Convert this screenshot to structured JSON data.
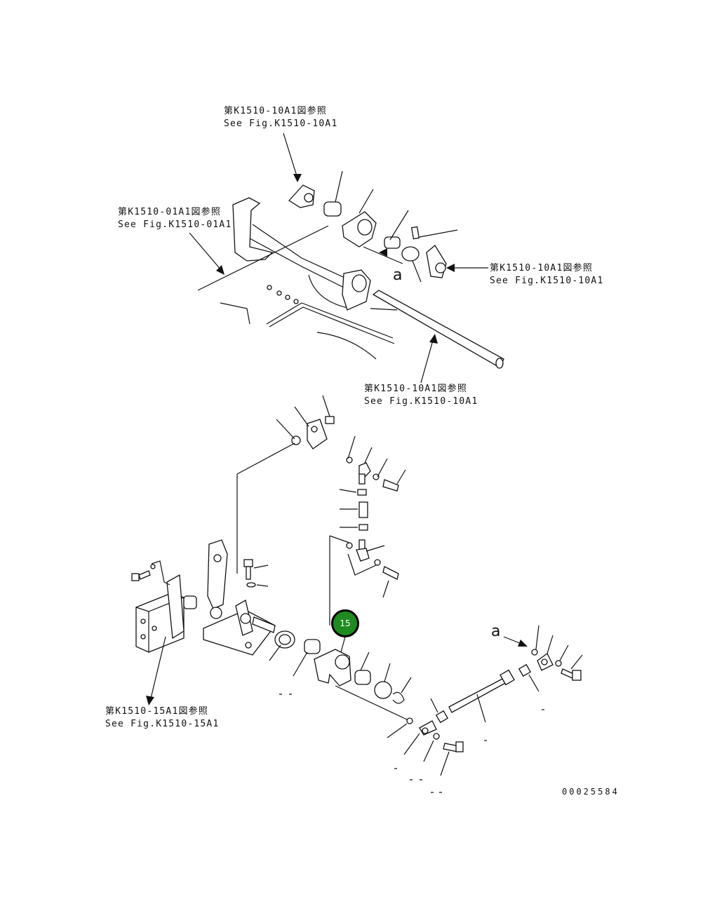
{
  "references": [
    {
      "jp": "第K1510-10A1図参照",
      "en": "See Fig.K1510-10A1"
    },
    {
      "jp": "第K1510-01A1図参照",
      "en": "See Fig.K1510-01A1"
    },
    {
      "jp": "第K1510-10A1図参照",
      "en": "See Fig.K1510-10A1"
    },
    {
      "jp": "第K1510-10A1図参照",
      "en": "See Fig.K1510-10A1"
    },
    {
      "jp": "第K1510-15A1図参照",
      "en": "See Fig.K1510-15A1"
    }
  ],
  "view_marks": [
    "a",
    "a"
  ],
  "callouts": [
    {
      "number": "15"
    }
  ],
  "drawing_number": "00025584",
  "colors": {
    "callout_fill": "#1f8a1f",
    "ink": "#111111"
  }
}
